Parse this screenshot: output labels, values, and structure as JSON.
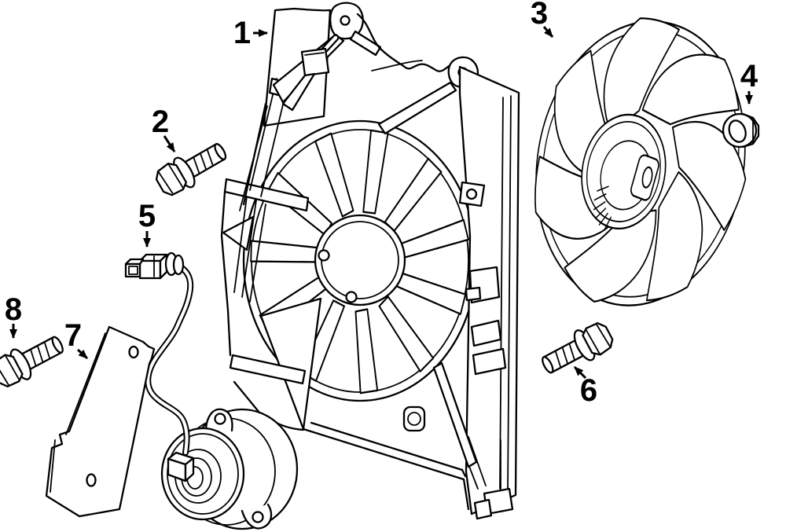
{
  "figure": {
    "description": "Exploded line-art parts diagram of an engine cooling fan assembly (fan shroud, bolts, fan blade, nut, motor wire connector, mounting bracket, fan motor)",
    "background_color": "#ffffff",
    "line_color": "#000000",
    "callouts": [
      {
        "label": "1",
        "part": "fan-shroud"
      },
      {
        "label": "2",
        "part": "shroud-bolt"
      },
      {
        "label": "3",
        "part": "fan-blade"
      },
      {
        "label": "4",
        "part": "fan-nut"
      },
      {
        "label": "5",
        "part": "motor-wire-connector"
      },
      {
        "label": "6",
        "part": "fan-assembly-bolt"
      },
      {
        "label": "7",
        "part": "mounting-bracket"
      },
      {
        "label": "8",
        "part": "bracket-bolt"
      }
    ]
  }
}
